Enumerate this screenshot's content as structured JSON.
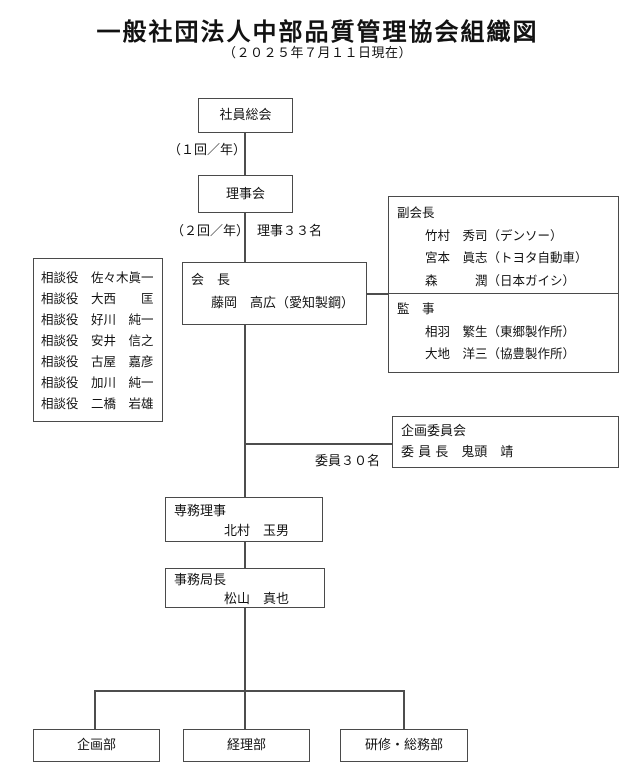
{
  "title": "一般社団法人中部品質管理協会組織図",
  "date_note": "（２０２５年７月１１日現在）",
  "org": {
    "general_meeting": {
      "label": "社員総会",
      "frequency": "（１回／年）"
    },
    "board": {
      "label": "理事会",
      "frequency": "（２回／年）",
      "members_count": "理事３３名"
    },
    "chairman": {
      "title": "会　長",
      "name": "藤岡　高広（愛知製鋼）"
    },
    "advisors": [
      "相談役　佐々木眞一",
      "相談役　大西　　匡",
      "相談役　好川　純一",
      "相談役　安井　信之",
      "相談役　古屋　嘉彦",
      "相談役　加川　純一",
      "相談役　二橋　岩雄"
    ],
    "vice_chairmen": {
      "title": "副会長",
      "members": [
        "竹村　秀司（デンソー）",
        "宮本　眞志（トヨタ自動車）",
        "森　　　潤（日本ガイシ）"
      ]
    },
    "auditors": {
      "title": "監　事",
      "members": [
        "相羽　繁生（東郷製作所）",
        "大地　洋三（協豊製作所）"
      ]
    },
    "planning_committee": {
      "title": "企画委員会",
      "chairperson": "委 員 長　鬼頭　靖",
      "members_count": "委員３０名"
    },
    "managing_director": {
      "title": "専務理事",
      "name": "北村　玉男"
    },
    "secretariat_head": {
      "title": "事務局長",
      "name": "松山　真也"
    },
    "departments": [
      "企画部",
      "経理部",
      "研修・総務部"
    ]
  }
}
